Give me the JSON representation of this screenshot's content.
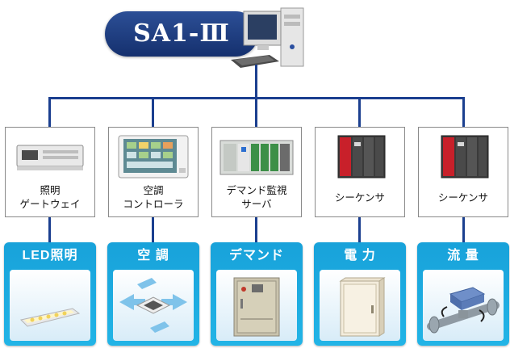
{
  "title": "SA1-Ⅲ",
  "devices": [
    {
      "label_lines": [
        "照明",
        "ゲートウェイ"
      ],
      "icon": "gateway-device-icon"
    },
    {
      "label_lines": [
        "空調",
        "コントローラ"
      ],
      "icon": "ac-controller-panel-icon"
    },
    {
      "label_lines": [
        "デマンド監視",
        "サーバ"
      ],
      "icon": "demand-server-icon"
    },
    {
      "label_lines": [
        "シーケンサ"
      ],
      "icon": "sequencer-plc-icon"
    },
    {
      "label_lines": [
        "シーケンサ"
      ],
      "icon": "sequencer-plc-icon"
    }
  ],
  "categories": [
    {
      "label": "LED照明",
      "icon": "led-light-icon"
    },
    {
      "label": "空 調",
      "icon": "air-conditioner-icon"
    },
    {
      "label": "デマンド",
      "icon": "demand-cabinet-icon"
    },
    {
      "label": "電 力",
      "icon": "power-panel-icon"
    },
    {
      "label": "流 量",
      "icon": "flow-meter-icon"
    }
  ],
  "colors": {
    "line": "#1b3f8f",
    "pill": "#1f3f86",
    "category": "#1ea9e0"
  }
}
